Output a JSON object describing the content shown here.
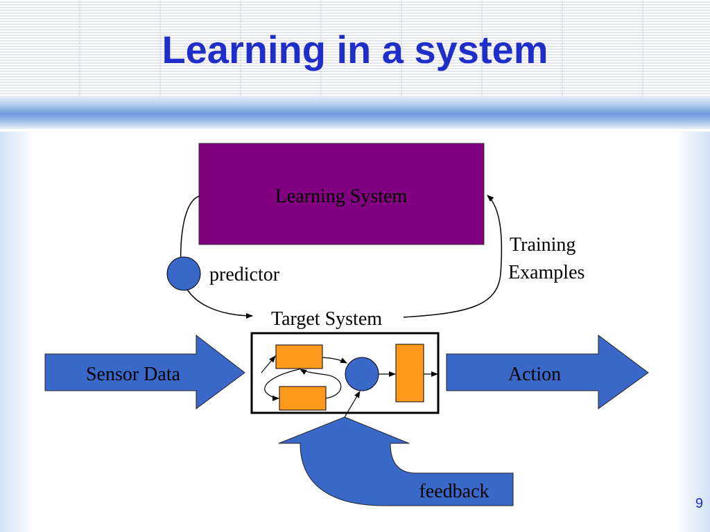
{
  "slide": {
    "title": "Learning in a system",
    "page_number": "9"
  },
  "diagram": {
    "learning_system_label": "Learning System",
    "predictor_label": "predictor",
    "training_label_line1": "Training",
    "training_label_line2": "Examples",
    "target_system_label": "Target System",
    "sensor_data_label": "Sensor Data",
    "action_label": "Action",
    "feedback_label": "feedback"
  },
  "colors": {
    "title": "#1f2ec8",
    "learning_box": "#800080",
    "arrow_blue": "#3a68c8",
    "orange": "#ff9a1e"
  }
}
